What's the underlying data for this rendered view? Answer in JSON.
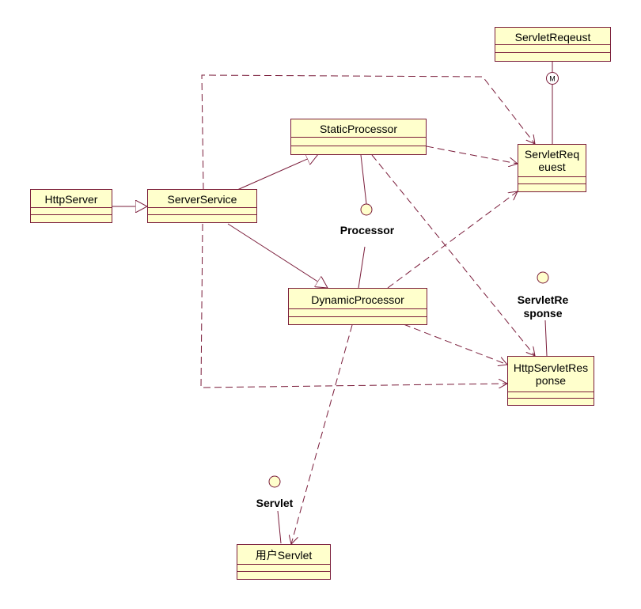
{
  "classes": {
    "servlet_reqeust_top": "ServletReqeust",
    "static_processor": "StaticProcessor",
    "servlet_req_line1": "ServletReq",
    "servlet_req_line2": "euest",
    "http_server": "HttpServer",
    "server_service": "ServerService",
    "dynamic_processor": "DynamicProcessor",
    "http_servlet_response_line1": "HttpServletRes",
    "http_servlet_response_line2": "ponse",
    "user_servlet": "用户Servlet"
  },
  "interfaces": {
    "processor": "Processor",
    "servlet_response_line1": "ServletRe",
    "servlet_response_line2": "sponse",
    "servlet": "Servlet"
  },
  "aggregation_marker": "M",
  "colors": {
    "line": "#7a1c3a",
    "box_fill": "#ffffcc"
  }
}
